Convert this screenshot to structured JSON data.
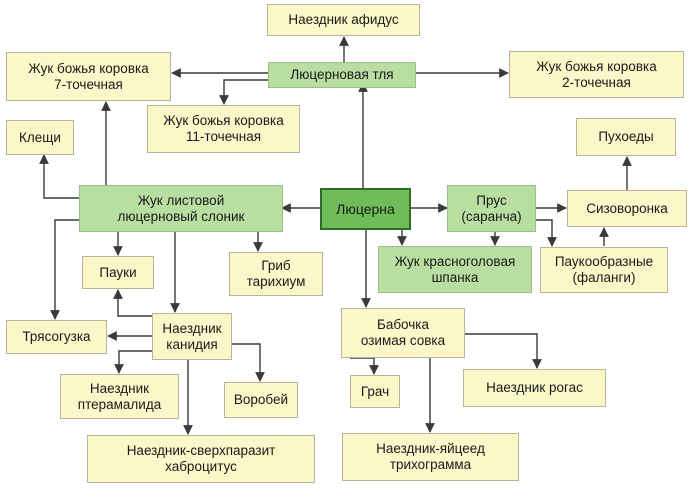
{
  "colors": {
    "cream": "#fbf7c9",
    "green": "#b9dea1",
    "dark_green": "#6fbc58",
    "arrow": "#3a3a3a"
  },
  "nodes": {
    "aphidius": "Наездник афидус",
    "alfalfa_aphid": "Люцерновая тля",
    "ladybug7": "Жук божья коровка\n7-точечная",
    "ladybug2": "Жук божья коровка\n2-точечная",
    "ladybug11": "Жук божья коровка\n11-точечная",
    "mites": "Клещи",
    "booklice": "Пухоеды",
    "weevil": "Жук листовой\nлюцерновый слоник",
    "alfalfa": "Люцерна",
    "locust": "Прус\n(саранча)",
    "roller": "Сизоворонка",
    "spiders": "Пауки",
    "fungus": "Гриб\nтарихиум",
    "blister_beetle": "Жук красноголовая\nшпанка",
    "harvestmen": "Паукообразные\n(фаланги)",
    "wagtail": "Трясогузка",
    "canidia": "Наездник\nканидия",
    "moth": "Бабочка\nозимая совка",
    "pteromalid": "Наездник\nптерамалида",
    "sparrow": "Воробей",
    "rook": "Грач",
    "rogas": "Наездник рогас",
    "chabrocytus": "Наездник-сверхпаразит\nхаброцитус",
    "trichogramma": "Наездник-яйцеед\nтрихограмма"
  }
}
